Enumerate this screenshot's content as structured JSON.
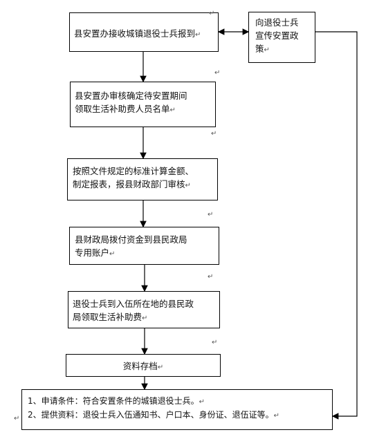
{
  "pilcrow": "↵",
  "steps": {
    "step1": "县安置办接收城镇退役士兵报到",
    "side": [
      "向退役士兵",
      "宣传安置政",
      "策"
    ],
    "step2": [
      "县安置办审核确定待安置期间",
      "领取生活补助费人员名单"
    ],
    "step3": [
      "按照文件规定的标准计算金额、",
      "制定报表，报县财政部门审核"
    ],
    "step4": [
      "县财政局拨付资金到县民政局",
      "专用账户"
    ],
    "step5": [
      "退役士兵到入伍所在地的县民政",
      "局领取生活补助费"
    ],
    "step6": "资料存档"
  },
  "notes": [
    "1、申请条件：符合安置条件的城镇退役士兵。",
    "2、提供资料：退役士兵入伍通知书、户口本、身份证、退伍证等。"
  ]
}
